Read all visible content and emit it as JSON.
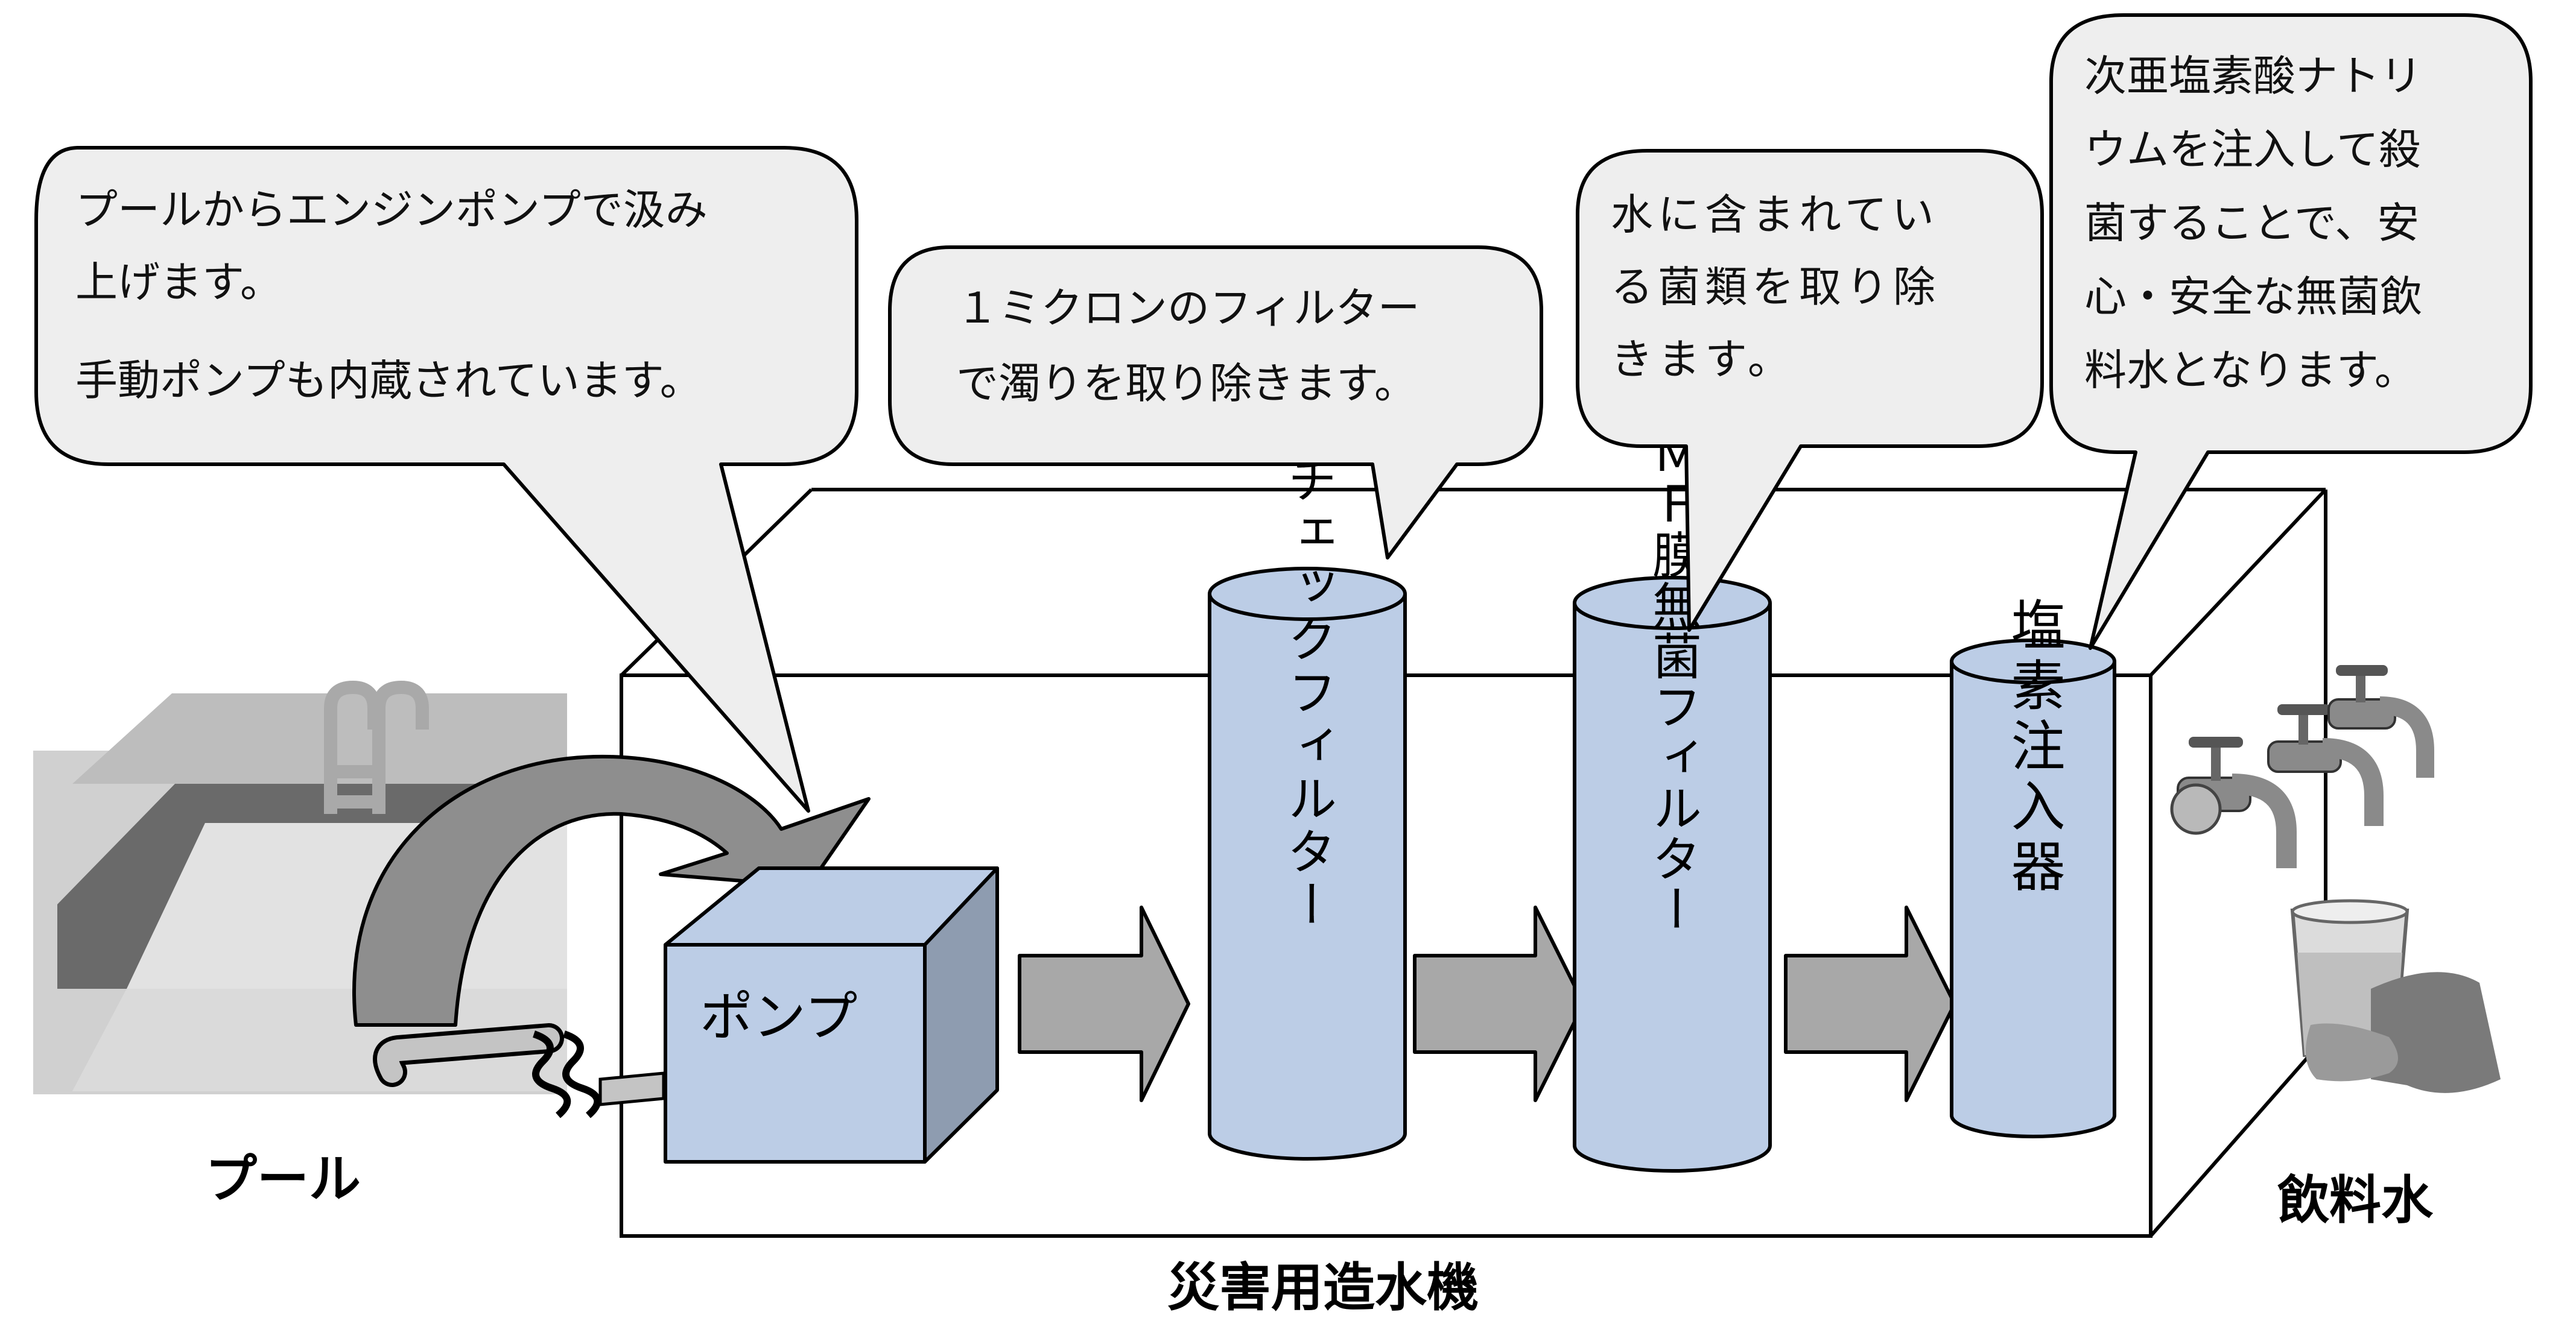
{
  "bubbles": {
    "pump": {
      "lines": [
        "プールからエンジンポンプで汲み",
        "上げます。",
        "手動ポンプも内蔵されています。"
      ]
    },
    "check_filter": {
      "lines": [
        "１ミクロンのフィルター",
        "で濁りを取り除きます。"
      ]
    },
    "mf_filter": {
      "lines": [
        "水に含まれてい",
        "る菌類を取り除",
        "きます。"
      ]
    },
    "chlorine": {
      "lines": [
        "次亜塩素酸ナトリ",
        "ウムを注入して殺",
        "菌することで、安",
        "心・安全な無菌飲",
        "料水となります。"
      ]
    }
  },
  "components": {
    "pump": "ポンプ",
    "check_filter": "チェックフィルター",
    "mf_filter": "ＭＦ膜無菌フィルター",
    "chlorine_injector": "塩素注入器"
  },
  "labels": {
    "pool": "プール",
    "drinking_water": "飲料水",
    "machine": "災害用造水機"
  },
  "colors": {
    "component_fill": "#bccde6",
    "component_dark": "#8e9cb0",
    "arrow_fill": "#a8a8a8",
    "curved_arrow_fill": "#8e8e8e",
    "bubble_fill": "#eeeeee",
    "outline": "#000000"
  }
}
